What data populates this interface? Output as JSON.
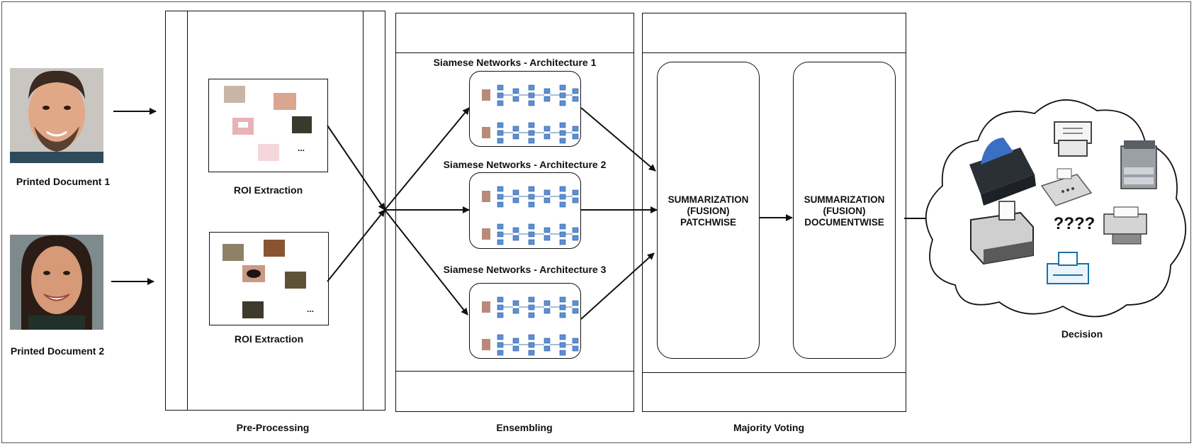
{
  "documents": [
    {
      "label": "Printed Document 1"
    },
    {
      "label": "Printed Document 2"
    }
  ],
  "roi": {
    "label_1": "ROI Extraction",
    "label_2": "ROI Extraction",
    "ellipsis": "..."
  },
  "stages": {
    "preprocessing": "Pre-Processing",
    "ensembling": "Ensembling",
    "majority_voting": "Majority Voting"
  },
  "architectures": [
    "Siamese Networks - Architecture 1",
    "Siamese Networks - Architecture 2",
    "Siamese Networks - Architecture 3"
  ],
  "summarization": {
    "patchwise": [
      "SUMMARIZATION",
      "(FUSION)",
      "PATCHWISE"
    ],
    "documentwise": [
      "SUMMARIZATION",
      "(FUSION)",
      "DOCUMENTWISE"
    ]
  },
  "decision": {
    "label": "Decision",
    "unknown": "????"
  },
  "colors": {
    "line": "#111111",
    "net_block": "#5b8fd6",
    "skin": "#e8b89a",
    "printer_body": "#d9d9d9"
  }
}
